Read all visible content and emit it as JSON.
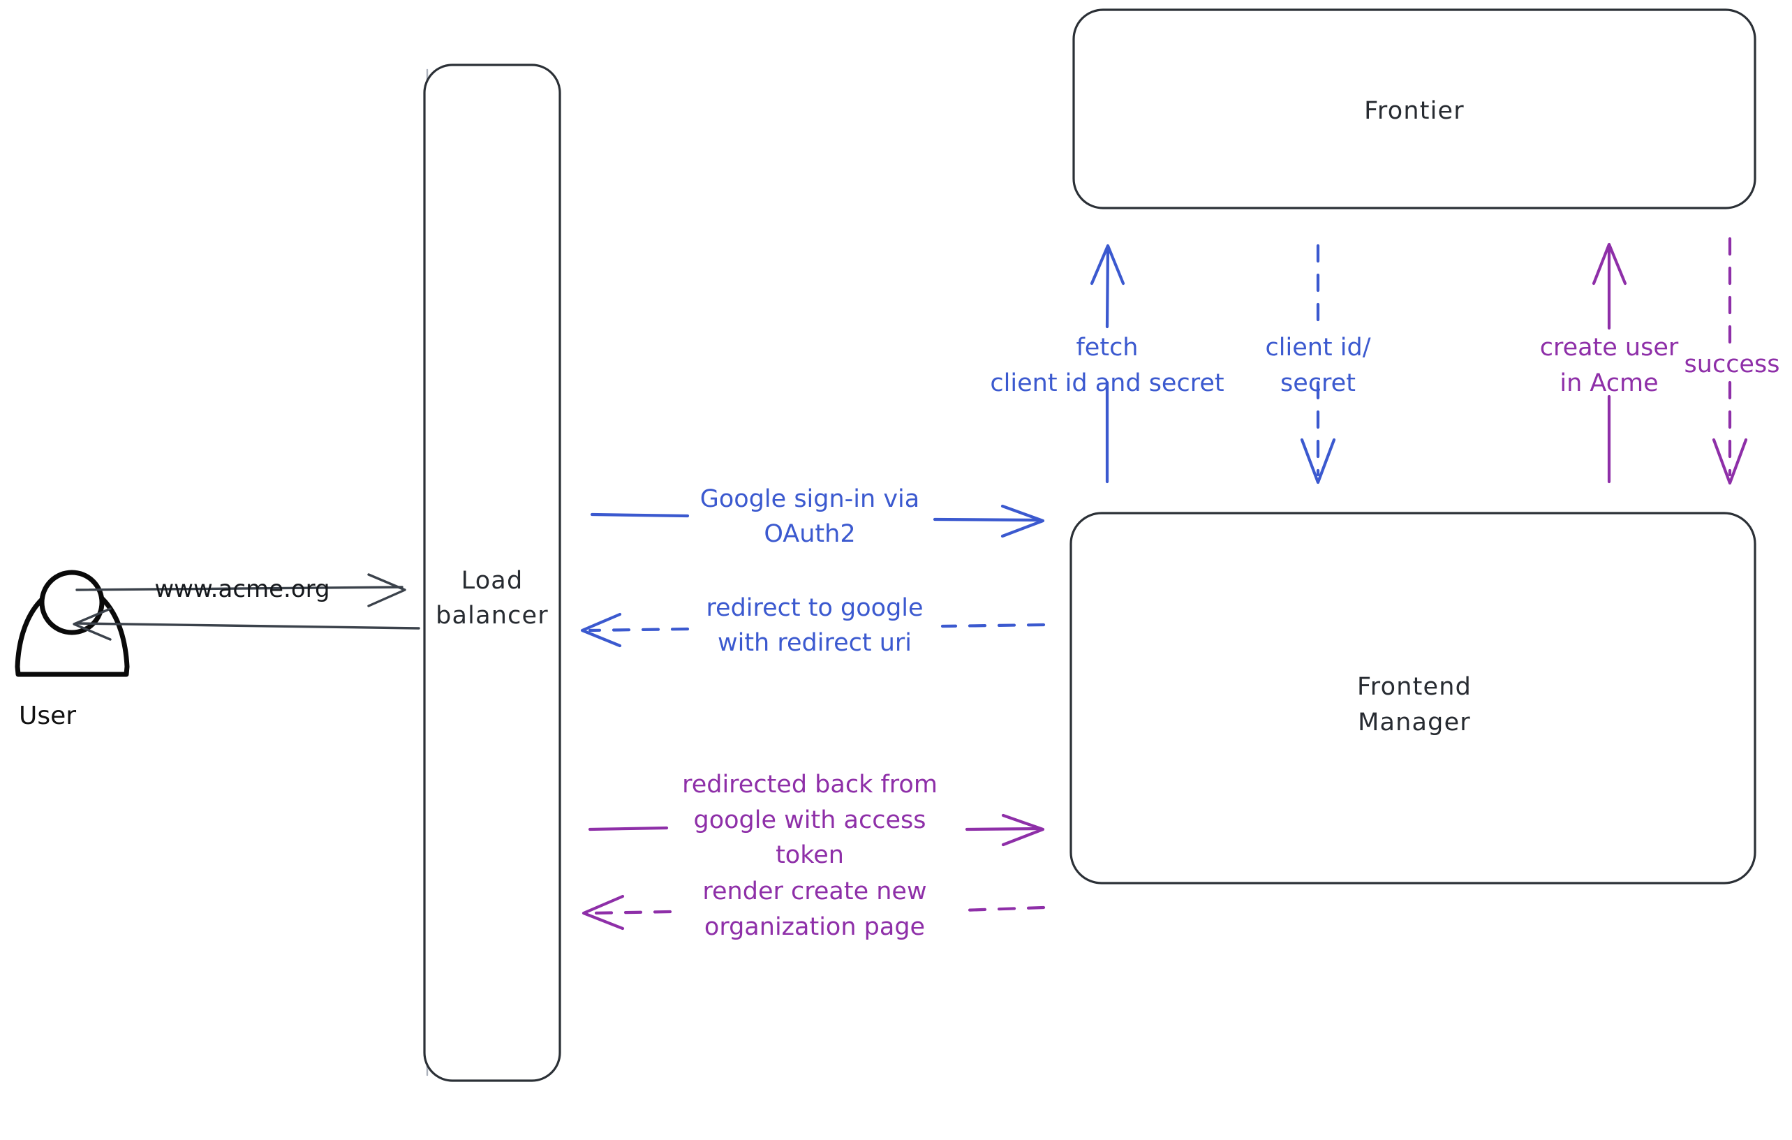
{
  "diagram": {
    "title": "Google OAuth2 sign-in sequence",
    "background": "#ffffff",
    "colors": {
      "ink": "#2b3036",
      "blue": "#3b59cf",
      "purple": "#8e2fa8",
      "gray": "#3b424b",
      "hatch": "#ccd3dd"
    }
  },
  "actors": {
    "user": {
      "label": "User",
      "icon": "person-icon"
    }
  },
  "nodes": {
    "load_balancer": {
      "label_line1": "Load",
      "label_line2": "balancer"
    },
    "frontier": {
      "label": "Frontier"
    },
    "frontend_manager": {
      "label_line1": "Frontend",
      "label_line2": "Manager"
    }
  },
  "edges": {
    "user_to_lb": {
      "label": "www.acme.org",
      "color": "#3b424b",
      "style": "solid",
      "direction": "right"
    },
    "lb_to_user": {
      "label": "",
      "color": "#3b424b",
      "style": "solid",
      "direction": "left"
    },
    "lb_to_fm_signin": {
      "label_line1": "Google sign-in via",
      "label_line2": "OAuth2",
      "color": "#3b59cf",
      "style": "solid",
      "direction": "right"
    },
    "fm_to_lb_redirect": {
      "label_line1": "redirect to google",
      "label_line2": "with redirect uri",
      "color": "#3b59cf",
      "style": "dashed",
      "direction": "left"
    },
    "lb_to_fm_token": {
      "label_line1": "redirected back from",
      "label_line2": "google with access",
      "label_line3": "token",
      "color": "#8e2fa8",
      "style": "solid",
      "direction": "right"
    },
    "fm_to_lb_render": {
      "label_line1": "render create new",
      "label_line2": "organization page",
      "color": "#8e2fa8",
      "style": "dashed",
      "direction": "left"
    },
    "fm_to_frontier_fetch": {
      "label_line1": "fetch",
      "label_line2": "client id and secret",
      "color": "#3b59cf",
      "style": "solid",
      "direction": "up"
    },
    "frontier_to_fm_creds": {
      "label_line1": "client id/",
      "label_line2": "secret",
      "color": "#3b59cf",
      "style": "dashed",
      "direction": "down"
    },
    "fm_to_frontier_create": {
      "label_line1": "create user",
      "label_line2": "in Acme",
      "color": "#8e2fa8",
      "style": "solid",
      "direction": "up"
    },
    "frontier_to_fm_success": {
      "label_line1": "success",
      "color": "#8e2fa8",
      "style": "dashed",
      "direction": "down"
    }
  }
}
